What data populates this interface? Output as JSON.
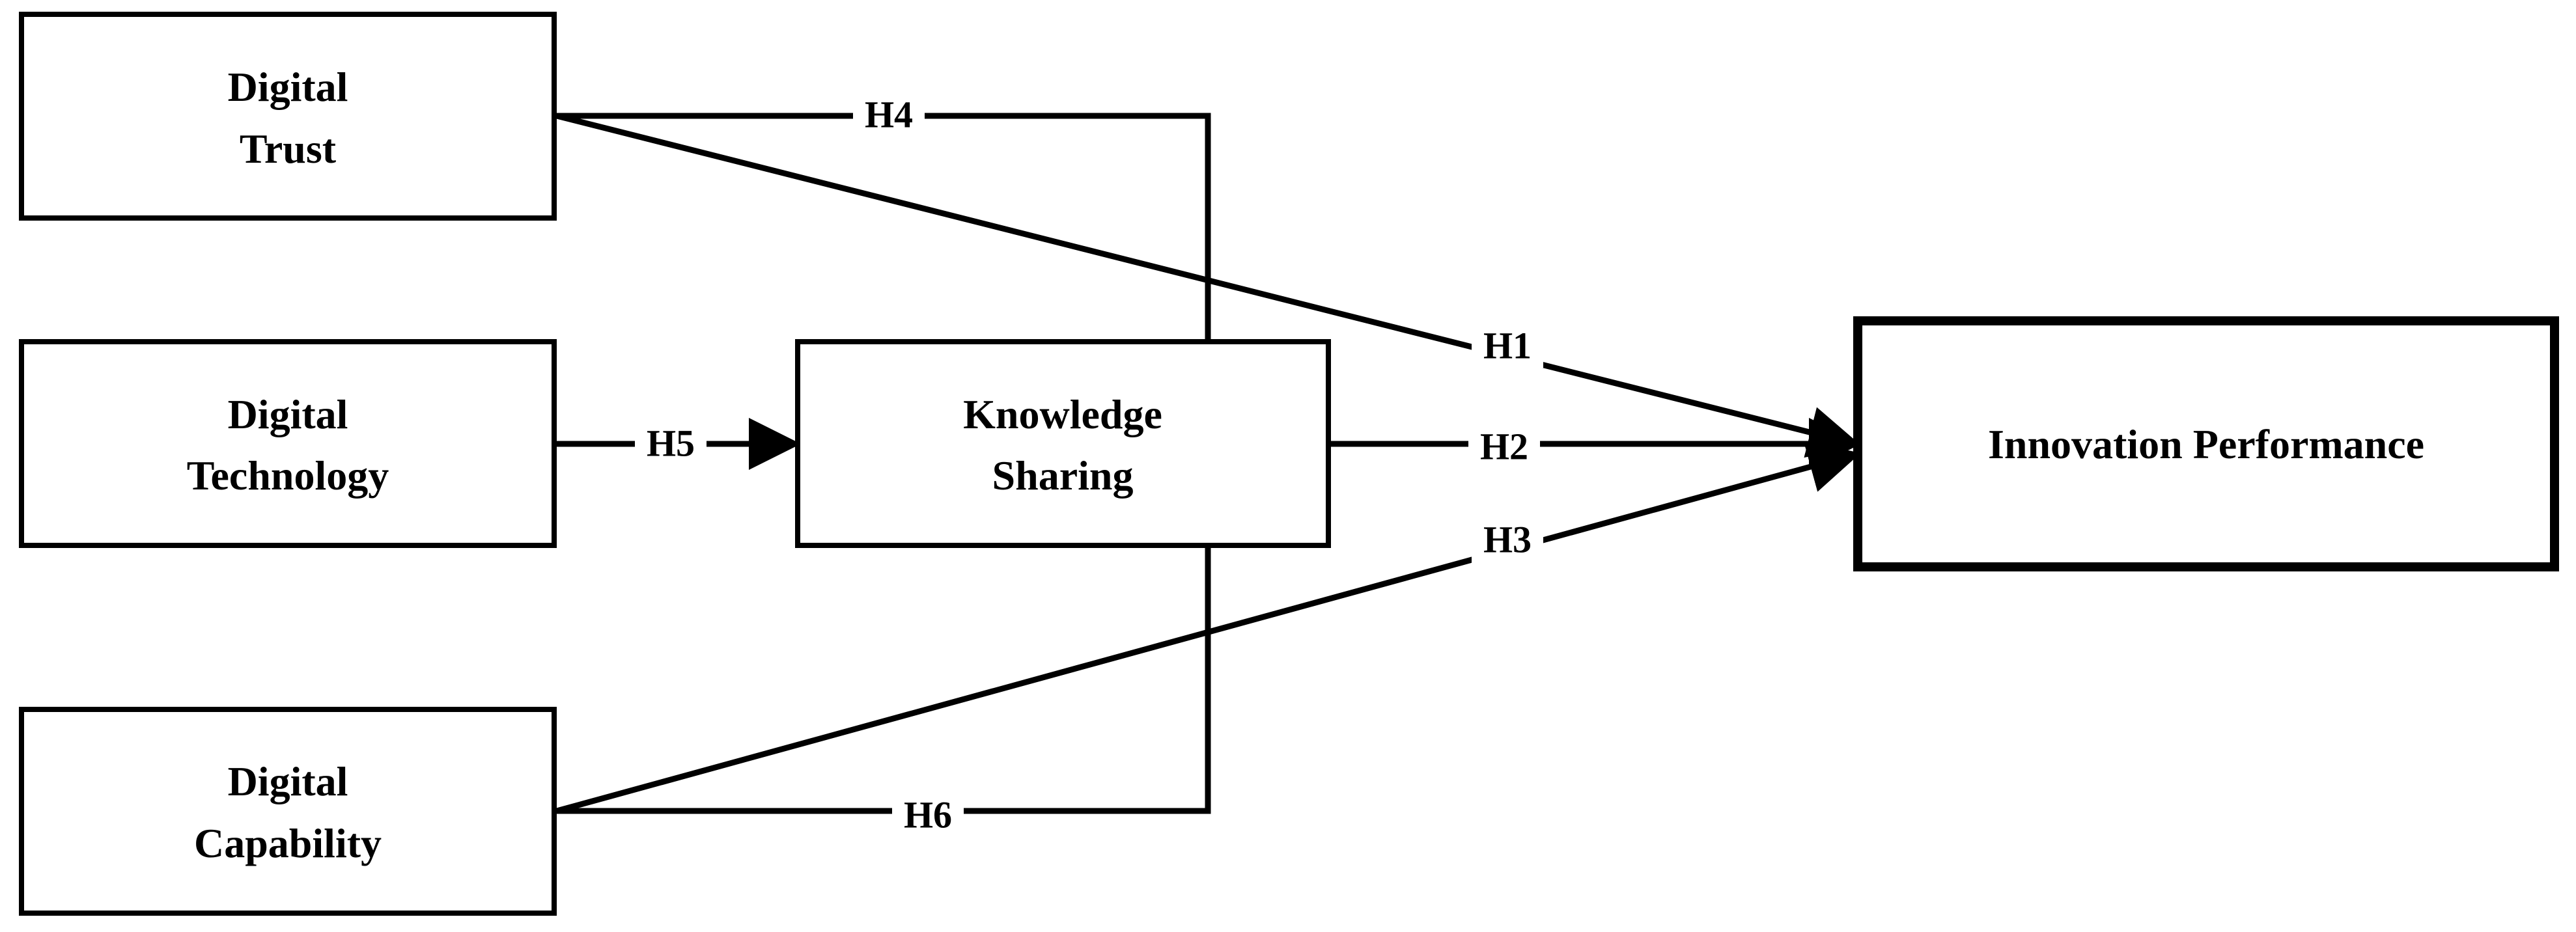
{
  "nodes": {
    "digital_trust": {
      "line1": "Digital",
      "line2": "Trust"
    },
    "digital_technology": {
      "line1": "Digital",
      "line2": "Technology"
    },
    "digital_capability": {
      "line1": "Digital",
      "line2": "Capability"
    },
    "knowledge_sharing": {
      "line1": "Knowledge",
      "line2": "Sharing"
    },
    "innovation_performance": {
      "label": "Innovation Performance"
    }
  },
  "edges": {
    "h1": "H1",
    "h2": "H2",
    "h3": "H3",
    "h4": "H4",
    "h5": "H5",
    "h6": "H6"
  }
}
